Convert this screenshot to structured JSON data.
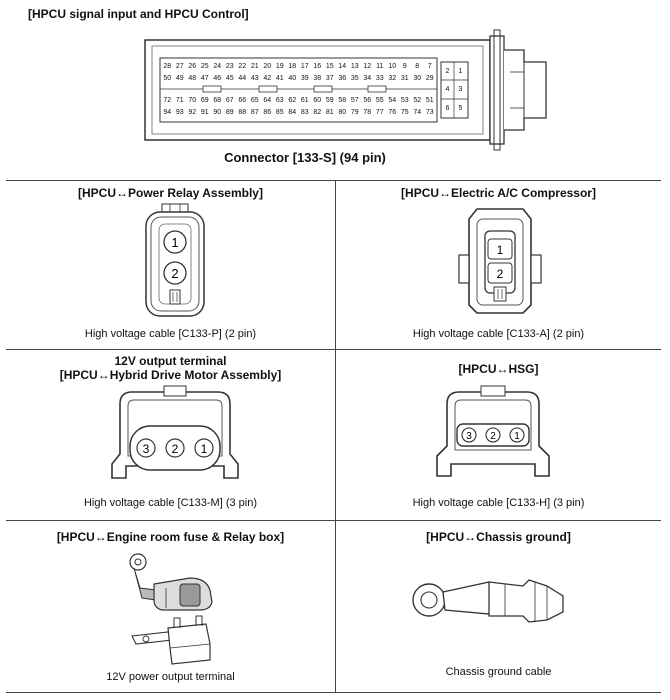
{
  "header": {
    "title": "[HPCU signal input and HPCU Control]"
  },
  "main_connector": {
    "caption": "Connector [133-S] (94 pin)",
    "rows": [
      [
        "28",
        "27",
        "26",
        "25",
        "24",
        "23",
        "22",
        "21",
        "20",
        "19",
        "18",
        "17",
        "16",
        "15",
        "14",
        "13",
        "12",
        "11",
        "10",
        "9",
        "8",
        "7"
      ],
      [
        "50",
        "49",
        "48",
        "47",
        "46",
        "45",
        "44",
        "43",
        "42",
        "41",
        "40",
        "39",
        "38",
        "37",
        "36",
        "35",
        "34",
        "33",
        "32",
        "31",
        "30",
        "29"
      ],
      [
        "72",
        "71",
        "70",
        "69",
        "68",
        "67",
        "66",
        "65",
        "64",
        "63",
        "62",
        "61",
        "60",
        "59",
        "58",
        "57",
        "56",
        "55",
        "54",
        "53",
        "52",
        "51"
      ],
      [
        "94",
        "93",
        "92",
        "91",
        "90",
        "89",
        "88",
        "87",
        "86",
        "85",
        "84",
        "83",
        "82",
        "81",
        "80",
        "79",
        "78",
        "77",
        "76",
        "75",
        "74",
        "73"
      ]
    ],
    "side_pins": [
      "2",
      "1",
      "4",
      "3",
      "6",
      "5"
    ]
  },
  "panels": [
    {
      "title": "[HPCU↔Power Relay Assembly]",
      "caption": "High voltage cable [C133-P] (2 pin)",
      "pins": [
        "1",
        "2"
      ]
    },
    {
      "title": "[HPCU↔Electric A/C Compressor]",
      "caption": "High voltage cable [C133-A] (2 pin)",
      "pins": [
        "1",
        "2"
      ]
    },
    {
      "title_line1": "12V output terminal",
      "title": "[HPCU↔Hybrid Drive Motor Assembly]",
      "caption": "High voltage cable [C133-M] (3 pin)",
      "pins": [
        "3",
        "2",
        "1"
      ]
    },
    {
      "title": "[HPCU↔HSG]",
      "caption": "High voltage cable [C133-H] (3 pin)",
      "pins": [
        "3",
        "2",
        "1"
      ]
    },
    {
      "title": "[HPCU↔Engine room fuse & Relay box]",
      "caption": "12V power output terminal"
    },
    {
      "title": "[HPCU↔Chassis ground]",
      "caption": "Chassis ground cable"
    }
  ]
}
